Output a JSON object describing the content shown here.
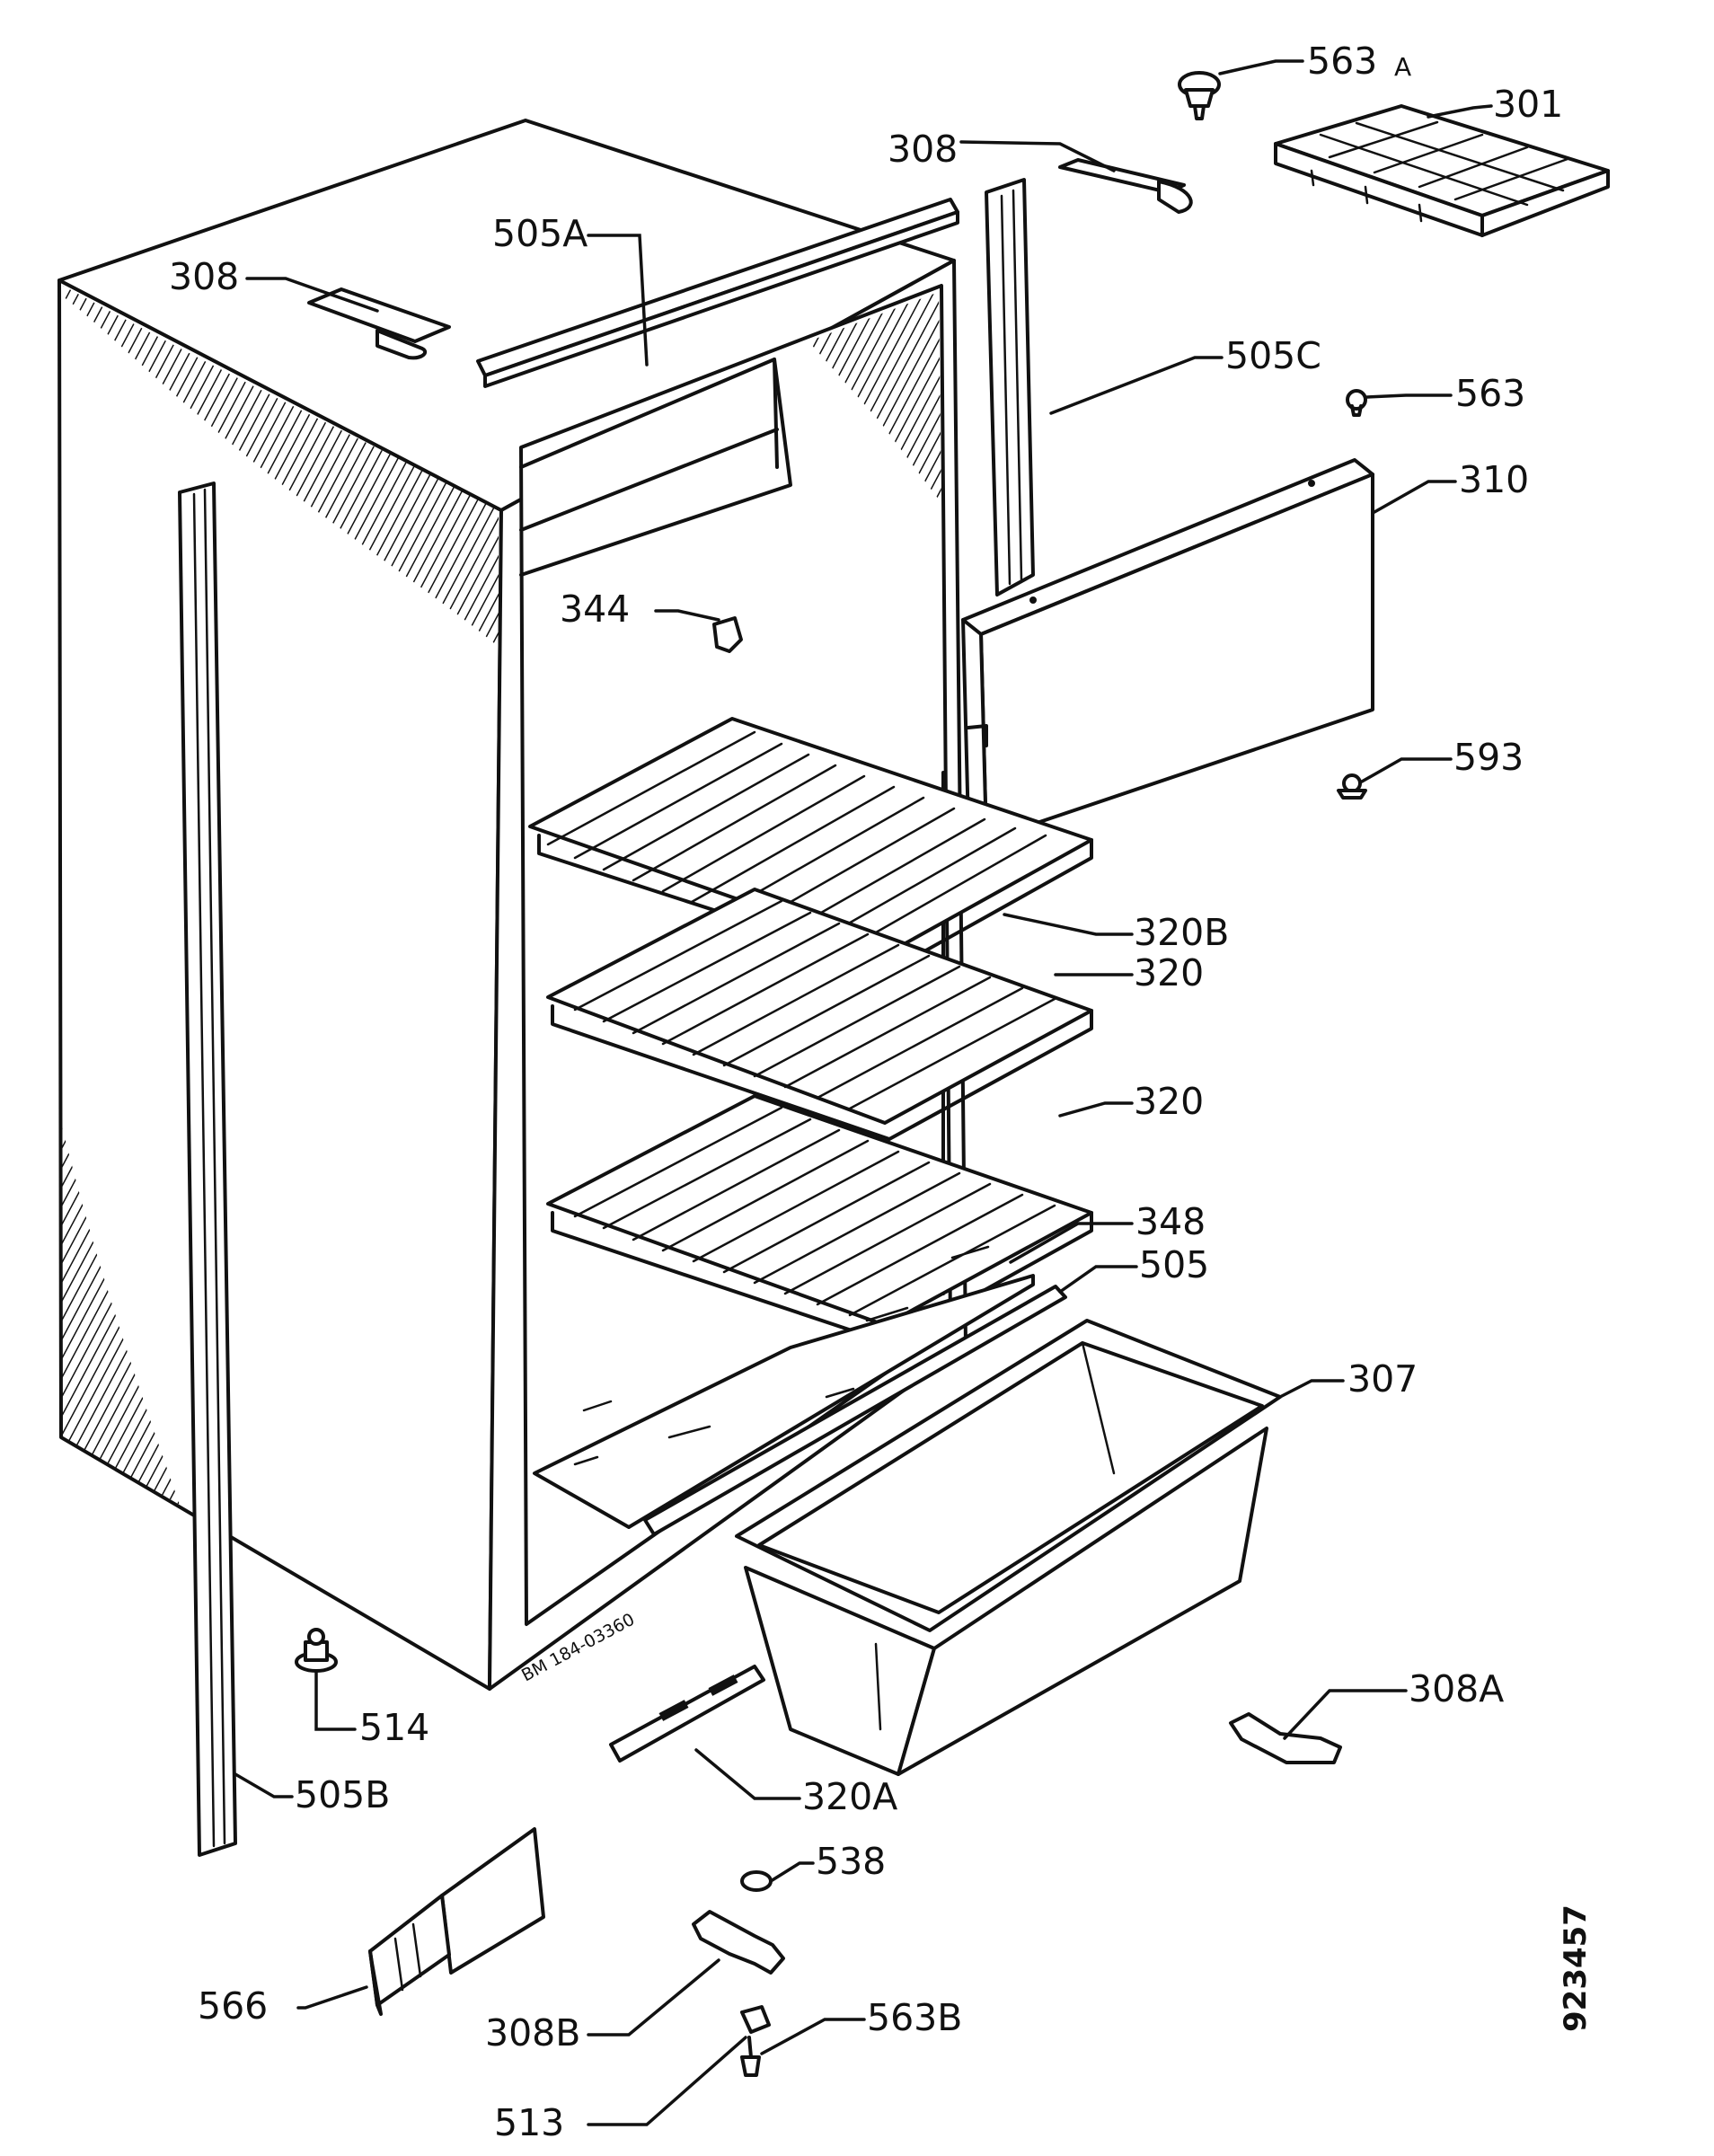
{
  "diagram": {
    "labels": {
      "p563A": "563",
      "p563A_suffix": "A",
      "p301": "301",
      "p308_top": "308",
      "p308_left": "308",
      "p505A": "505A",
      "p505C": "505C",
      "p563": "563",
      "p310": "310",
      "p344": "344",
      "p593": "593",
      "p320B": "320B",
      "p320_upper": "320",
      "p320_lower": "320",
      "p348": "348",
      "p505": "505",
      "p307": "307",
      "p308A": "308A",
      "p514": "514",
      "p505B": "505B",
      "p320A": "320A",
      "p538": "538",
      "p566": "566",
      "p308B": "308B",
      "p563B": "563B",
      "p513": "513"
    },
    "cabinet_code": "BM 184-03360",
    "drawing_number": "923457"
  }
}
